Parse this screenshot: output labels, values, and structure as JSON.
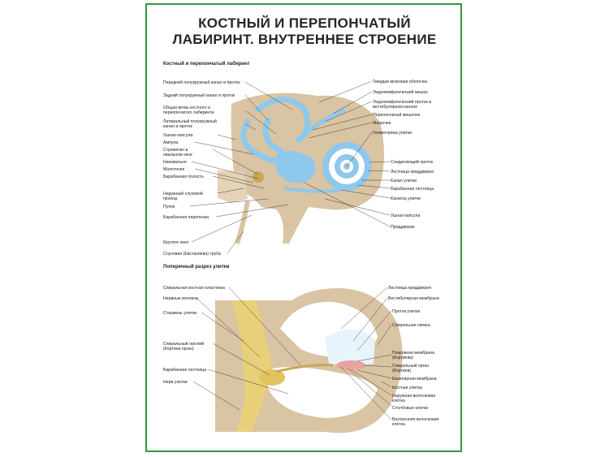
{
  "title_line1": "КОСТНЫЙ И ПЕРЕПОНЧАТЫЙ",
  "title_line2": "ЛАБИРИНТ. ВНУТРЕННЕЕ СТРОЕНИЕ",
  "section1": "Костный и перепончатый лабиринт",
  "section2": "Поперечный разрез улитки",
  "colors": {
    "frame": "#2f9a3c",
    "bone": "#d9c4a3",
    "endolymph": "#8ec8ec",
    "perilymph": "#ffffff",
    "nerve": "#e8cf7a",
    "lines": "#222222"
  },
  "labels1_left": [
    "Передний полукружный канал и проток",
    "Задний полукружный канал и проток",
    "Общая ветвь костного и",
    "перепончатого лабиринта",
    "Латеральный полукружный",
    "канал и проток",
    "Ушная капсула",
    "Ампула",
    "Стремечко в",
    "овальном окне",
    "Наковальня",
    "Молоточек",
    "Барабанная полость",
    "Наружный слуховой",
    "проход",
    "Пупок",
    "Барабанная перепонка",
    "Круглое окно",
    "Слуховая (Евстахиева) труба"
  ],
  "labels1_right": [
    "Твердая мозговая оболочка",
    "Эндолимфатический мешок",
    "Эндолимфатический проток в",
    "вестибулярном канале",
    "Перепончатый мешочек",
    "Мешочек",
    "Геликотрема улитки",
    "Соединяющий проток",
    "Лестница преддверия",
    "Канал улитки",
    "Барабанная лестница",
    "Канатец улитки",
    "Ушная капсула",
    "Преддверие"
  ],
  "labels2_left": [
    "Спиральная костная пластинка",
    "Нервные волокна",
    "Стержень улитки",
    "Спиральный ганглий",
    "(Кортиев орган)",
    "Барабанная лестница",
    "Нерв улитки"
  ],
  "labels2_right": [
    "Лестница преддверия",
    "Вестибулярная мембрана",
    "Проток улитки",
    "Спиральная связка",
    "Покровная мембрана",
    "(Кортиева)",
    "Спиральный орган",
    "(Кортиев)",
    "Базилярная мембрана",
    "Костная улитка",
    "Наружная волосковая",
    "клетка",
    "Столбовые клетки",
    "Внутренняя волосковая",
    "клетка"
  ]
}
